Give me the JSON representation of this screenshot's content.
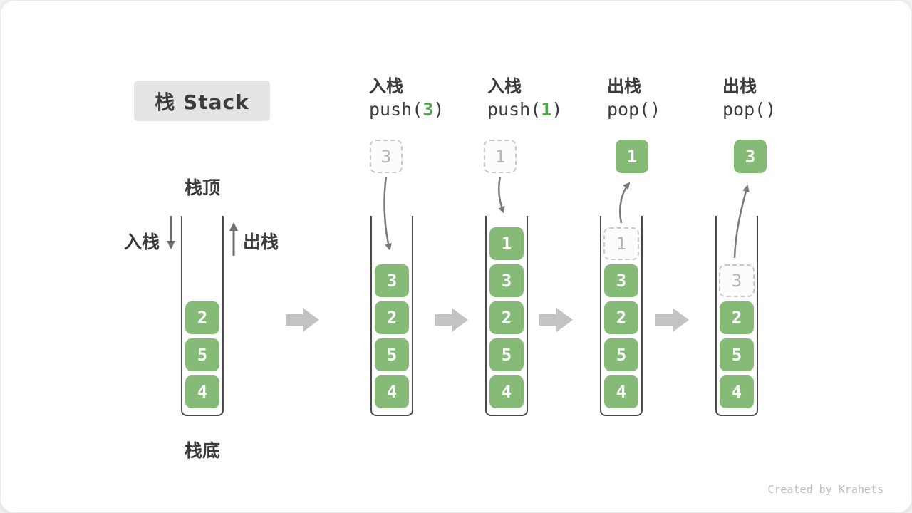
{
  "title": "栈 Stack",
  "labels": {
    "stack_top": "栈顶",
    "stack_bottom": "栈底",
    "push_side": "入栈",
    "pop_side": "出栈"
  },
  "columns": [
    {
      "op": "入栈",
      "code_prefix": "push(",
      "code_arg": "3",
      "code_suffix": ")",
      "floating": {
        "style": "dashed",
        "value": "3"
      }
    },
    {
      "op": "入栈",
      "code_prefix": "push(",
      "code_arg": "1",
      "code_suffix": ")",
      "floating": {
        "style": "dashed",
        "value": "1"
      }
    },
    {
      "op": "出栈",
      "code_prefix": "pop(",
      "code_arg": "",
      "code_suffix": ")",
      "floating": {
        "style": "solid",
        "value": "1"
      }
    },
    {
      "op": "出栈",
      "code_prefix": "pop(",
      "code_arg": "",
      "code_suffix": ")",
      "floating": {
        "style": "solid",
        "value": "3"
      }
    }
  ],
  "stacks": [
    {
      "name": "initial",
      "cells": [
        "2",
        "5",
        "4"
      ]
    },
    {
      "name": "after-push-3",
      "cells": [
        "3",
        "2",
        "5",
        "4"
      ]
    },
    {
      "name": "after-push-1",
      "cells": [
        "1",
        "3",
        "2",
        "5",
        "4"
      ]
    },
    {
      "name": "after-pop-1",
      "ghost": "1",
      "cells": [
        "3",
        "2",
        "5",
        "4"
      ]
    },
    {
      "name": "after-pop-3",
      "ghost": "3",
      "cells": [
        "2",
        "5",
        "4"
      ]
    }
  ],
  "watermark": "Created by Krahets",
  "colors": {
    "box_green": "#86BA77",
    "code_arg_green": "#55A24E",
    "arrow_gray": "#6E6E6E",
    "block_arrow_gray": "#C3C3C3",
    "dashed_border": "#C9C9C9",
    "ghost_text": "#B5B5B5",
    "wall": "#4A4A4A",
    "text_dark": "#3C3C3C",
    "title_bg": "#E4E4E4",
    "watermark": "#BDBDBD"
  }
}
